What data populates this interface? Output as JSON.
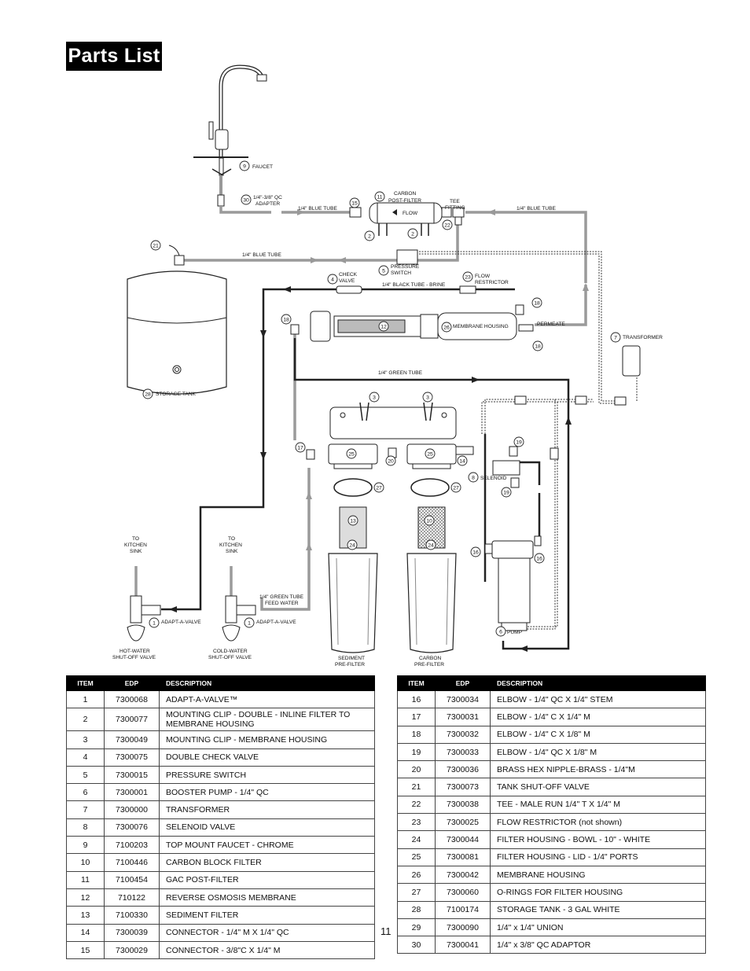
{
  "title": "Parts List",
  "page_number": "11",
  "diagram_labels": {
    "faucet": "FAUCET",
    "adapter_1": "1/4\"-3/8\" QC",
    "adapter_2": "ADAPTER",
    "blue_tube_top_left": "1/4\" BLUE TUBE",
    "carbon_post_filter_1": "CARBON",
    "carbon_post_filter_2": "POST-FILTER",
    "flow": "FLOW",
    "tee_fitting_1": "TEE",
    "tee_fitting_2": "FITTING",
    "blue_tube_top_right": "1/4\" BLUE TUBE",
    "blue_tube_tank": "1/4\" BLUE TUBE",
    "pressure_switch_1": "PRESSURE",
    "pressure_switch_2": "SWITCH",
    "check_valve_1": "CHECK",
    "check_valve_2": "VALVE",
    "black_tube": "1/4\" BLACK TUBE -  BRINE",
    "flow_restrictor_1": "FLOW",
    "flow_restrictor_2": "RESTRICTOR",
    "membrane_housing": "MEMBRANE HOUSING",
    "permeate": "PERMEATE",
    "transformer": "TRANSFORMER",
    "storage_tank": "STORAGE TANK",
    "green_tube": "1/4\" GREEN TUBE",
    "selenoid": "SELENOID",
    "to_kitchen_sink_1": "TO",
    "to_kitchen_sink_2": "KITCHEN",
    "to_kitchen_sink_3": "SINK",
    "green_tube_feed_1": "1/4\" GREEN TUBE",
    "green_tube_feed_2": "FEED WATER",
    "adapt_a_valve": "ADAPT-A-VALVE",
    "hot_valve_1": "HOT-WATER",
    "hot_valve_2": "SHUT-OFF VALVE",
    "cold_valve_1": "COLD-WATER",
    "cold_valve_2": "SHUT-OFF VALVE",
    "sediment_1": "SEDIMENT",
    "sediment_2": "PRE-FILTER",
    "carbon_1": "CARBON",
    "carbon_2": "PRE-FILTER",
    "pump": "PUMP",
    "callout_numbers": [
      "1",
      "2",
      "3",
      "4",
      "5",
      "6",
      "7",
      "8",
      "9",
      "10",
      "11",
      "12",
      "13",
      "14",
      "15",
      "16",
      "17",
      "18",
      "19",
      "20",
      "21",
      "22",
      "23",
      "24",
      "25",
      "26",
      "27",
      "28",
      "30"
    ]
  },
  "table_headers": {
    "item": "ITEM",
    "edp": "EDP",
    "description": "DESCRIPTION"
  },
  "parts_left": [
    {
      "item": "1",
      "edp": "7300068",
      "description": "ADAPT-A-VALVE™"
    },
    {
      "item": "2",
      "edp": "7300077",
      "description": "MOUNTING CLIP - DOUBLE - INLINE FILTER TO MEMBRANE HOUSING"
    },
    {
      "item": "3",
      "edp": "7300049",
      "description": "MOUNTING CLIP - MEMBRANE HOUSING"
    },
    {
      "item": "4",
      "edp": "7300075",
      "description": "DOUBLE CHECK VALVE"
    },
    {
      "item": "5",
      "edp": "7300015",
      "description": "PRESSURE SWITCH"
    },
    {
      "item": "6",
      "edp": "7300001",
      "description": "BOOSTER PUMP - 1/4\" QC"
    },
    {
      "item": "7",
      "edp": "7300000",
      "description": "TRANSFORMER"
    },
    {
      "item": "8",
      "edp": "7300076",
      "description": "SELENOID VALVE"
    },
    {
      "item": "9",
      "edp": "7100203",
      "description": "TOP MOUNT FAUCET - CHROME"
    },
    {
      "item": "10",
      "edp": "7100446",
      "description": "CARBON BLOCK FILTER"
    },
    {
      "item": "11",
      "edp": "7100454",
      "description": "GAC POST-FILTER"
    },
    {
      "item": "12",
      "edp": "710122",
      "description": "REVERSE OSMOSIS MEMBRANE"
    },
    {
      "item": "13",
      "edp": "7100330",
      "description": "SEDIMENT FILTER"
    },
    {
      "item": "14",
      "edp": "7300039",
      "description": "CONNECTOR - 1/4\" M X 1/4\" QC"
    },
    {
      "item": "15",
      "edp": "7300029",
      "description": "CONNECTOR - 3/8\"C X 1/4\" M"
    }
  ],
  "parts_right": [
    {
      "item": "16",
      "edp": "7300034",
      "description": "ELBOW - 1/4\" QC X 1/4\" STEM"
    },
    {
      "item": "17",
      "edp": "7300031",
      "description": "ELBOW - 1/4\" C  X 1/4\" M"
    },
    {
      "item": "18",
      "edp": "7300032",
      "description": "ELBOW - 1/4\" C X 1/8\" M"
    },
    {
      "item": "19",
      "edp": "7300033",
      "description": "ELBOW - 1/4\" QC X 1/8\" M"
    },
    {
      "item": "20",
      "edp": "7300036",
      "description": "BRASS HEX NIPPLE-BRASS - 1/4\"M"
    },
    {
      "item": "21",
      "edp": "7300073",
      "description": "TANK SHUT-OFF VALVE"
    },
    {
      "item": "22",
      "edp": "7300038",
      "description": "TEE - MALE RUN 1/4\" T  X 1/4\" M"
    },
    {
      "item": "23",
      "edp": "7300025",
      "description": "FLOW RESTRICTOR (not shown)"
    },
    {
      "item": "24",
      "edp": "7300044",
      "description": "FILTER HOUSING - BOWL - 10\" - WHITE"
    },
    {
      "item": "25",
      "edp": "7300081",
      "description": "FILTER HOUSING - LID - 1/4\" PORTS"
    },
    {
      "item": "26",
      "edp": "7300042",
      "description": "MEMBRANE HOUSING"
    },
    {
      "item": "27",
      "edp": "7300060",
      "description": "O-RINGS FOR FILTER HOUSING"
    },
    {
      "item": "28",
      "edp": "7100174",
      "description": "STORAGE TANK - 3 GAL WHITE"
    },
    {
      "item": "29",
      "edp": "7300090",
      "description": "1/4\" x 1/4\" UNION"
    },
    {
      "item": "30",
      "edp": "7300041",
      "description": "1/4\" x 3/8\" QC ADAPTOR"
    }
  ]
}
